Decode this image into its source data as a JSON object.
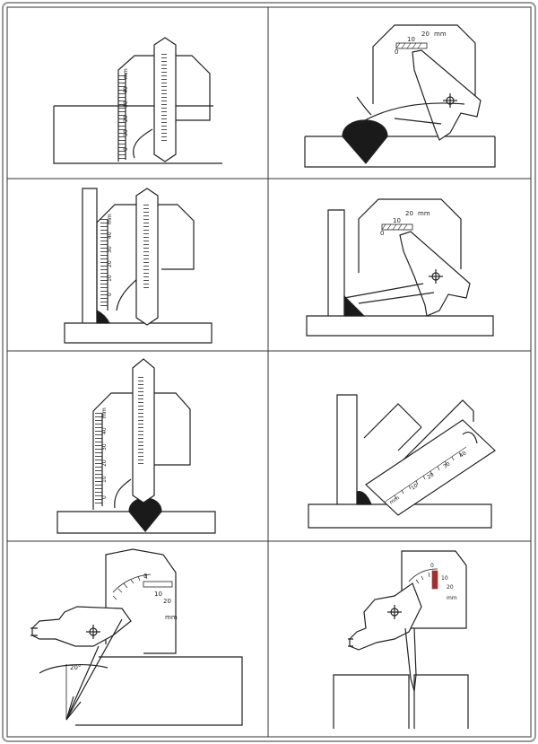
{
  "panels": [
    {
      "id": "p1",
      "texts": [
        "mm",
        "40",
        "30",
        "20",
        "10",
        "0"
      ]
    },
    {
      "id": "p2",
      "texts": [
        "0",
        "10",
        "20",
        "mm"
      ]
    },
    {
      "id": "p3",
      "texts": [
        "mm",
        "40",
        "30",
        "20",
        "10",
        "0"
      ]
    },
    {
      "id": "p4",
      "texts": [
        "0",
        "10",
        "20",
        "mm"
      ]
    },
    {
      "id": "p5",
      "texts": [
        "mm",
        "40",
        "30",
        "20",
        "10",
        "0"
      ]
    },
    {
      "id": "p6",
      "texts": [
        "mm",
        "10",
        "20",
        "30",
        "40"
      ]
    },
    {
      "id": "p7",
      "texts": [
        "0",
        "10",
        "20",
        "mm",
        "20°"
      ]
    },
    {
      "id": "p8",
      "texts": [
        "0",
        "10",
        "20",
        "mm"
      ]
    }
  ],
  "colors": {
    "line": "#222222",
    "fill": "#1a1a1a",
    "border": "#888888",
    "scale_red": "#a03030"
  }
}
